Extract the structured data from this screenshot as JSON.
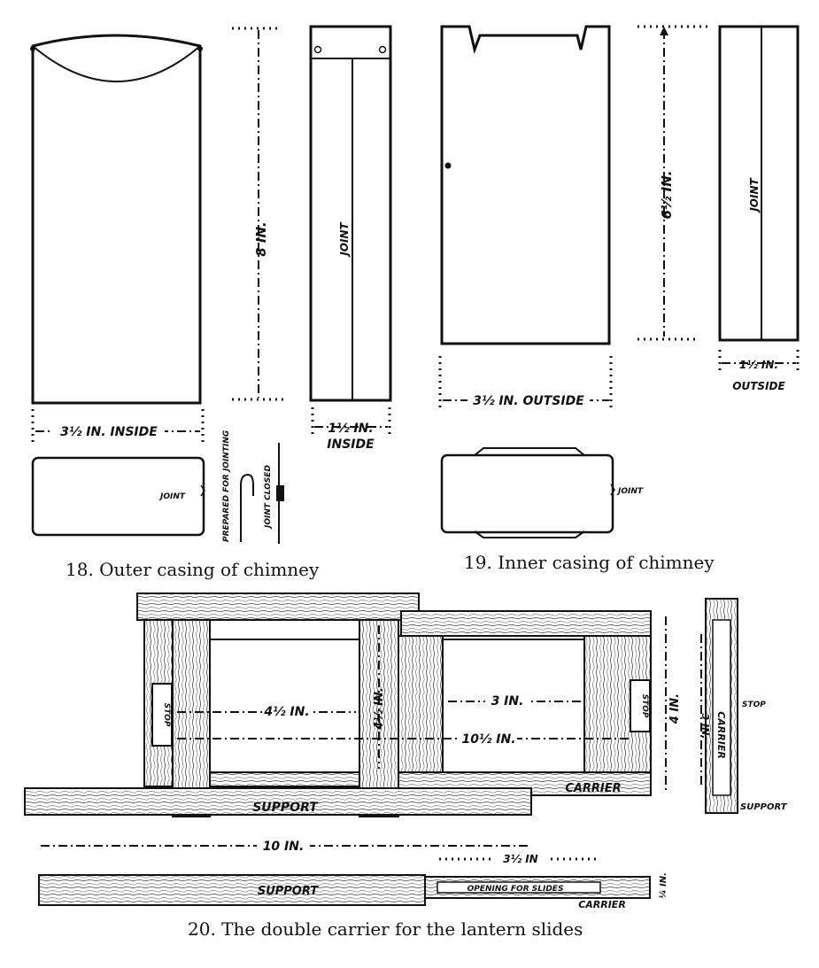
{
  "figure18": {
    "caption": "18. Outer casing of chimney",
    "labels": {
      "height": "8 IN.",
      "width": "3½ IN. INSIDE",
      "joint_vertical": "JOINT",
      "side_width": "1½ IN.",
      "side_inside": "INSIDE",
      "joint": "JOINT",
      "prepared": "PREPARED FOR JOINTING",
      "closed": "JOINT CLOSED"
    }
  },
  "figure19": {
    "caption": "19. Inner casing of chimney",
    "labels": {
      "height": "6½ IN.",
      "width": "3½ IN. OUTSIDE",
      "joint_vertical": "JOINT",
      "side_width": "1½ IN.",
      "side_outside": "OUTSIDE",
      "joint": "JOINT"
    }
  },
  "figure20": {
    "caption": "20. The double carrier for the lantern slides",
    "labels": {
      "opening_a": "4½ IN.",
      "frame_height": "4½ IN.",
      "opening_b": "3 IN.",
      "carrier_length": "10½ IN.",
      "right_height": "4 IN.",
      "stop_left": "STOP",
      "stop_right": "STOP",
      "support": "SUPPORT",
      "carrier": "CARRIER",
      "side_height": "3 IN.",
      "side_carrier": "CARRIER",
      "side_stop": "STOP",
      "side_support": "SUPPORT",
      "total": "10 IN.",
      "right_part": "3½ IN",
      "thickness": "¼ IN.",
      "bottom_support": "SUPPORT",
      "bottom_opening": "OPENING FOR SLIDES",
      "bottom_carrier": "CARRIER"
    }
  }
}
